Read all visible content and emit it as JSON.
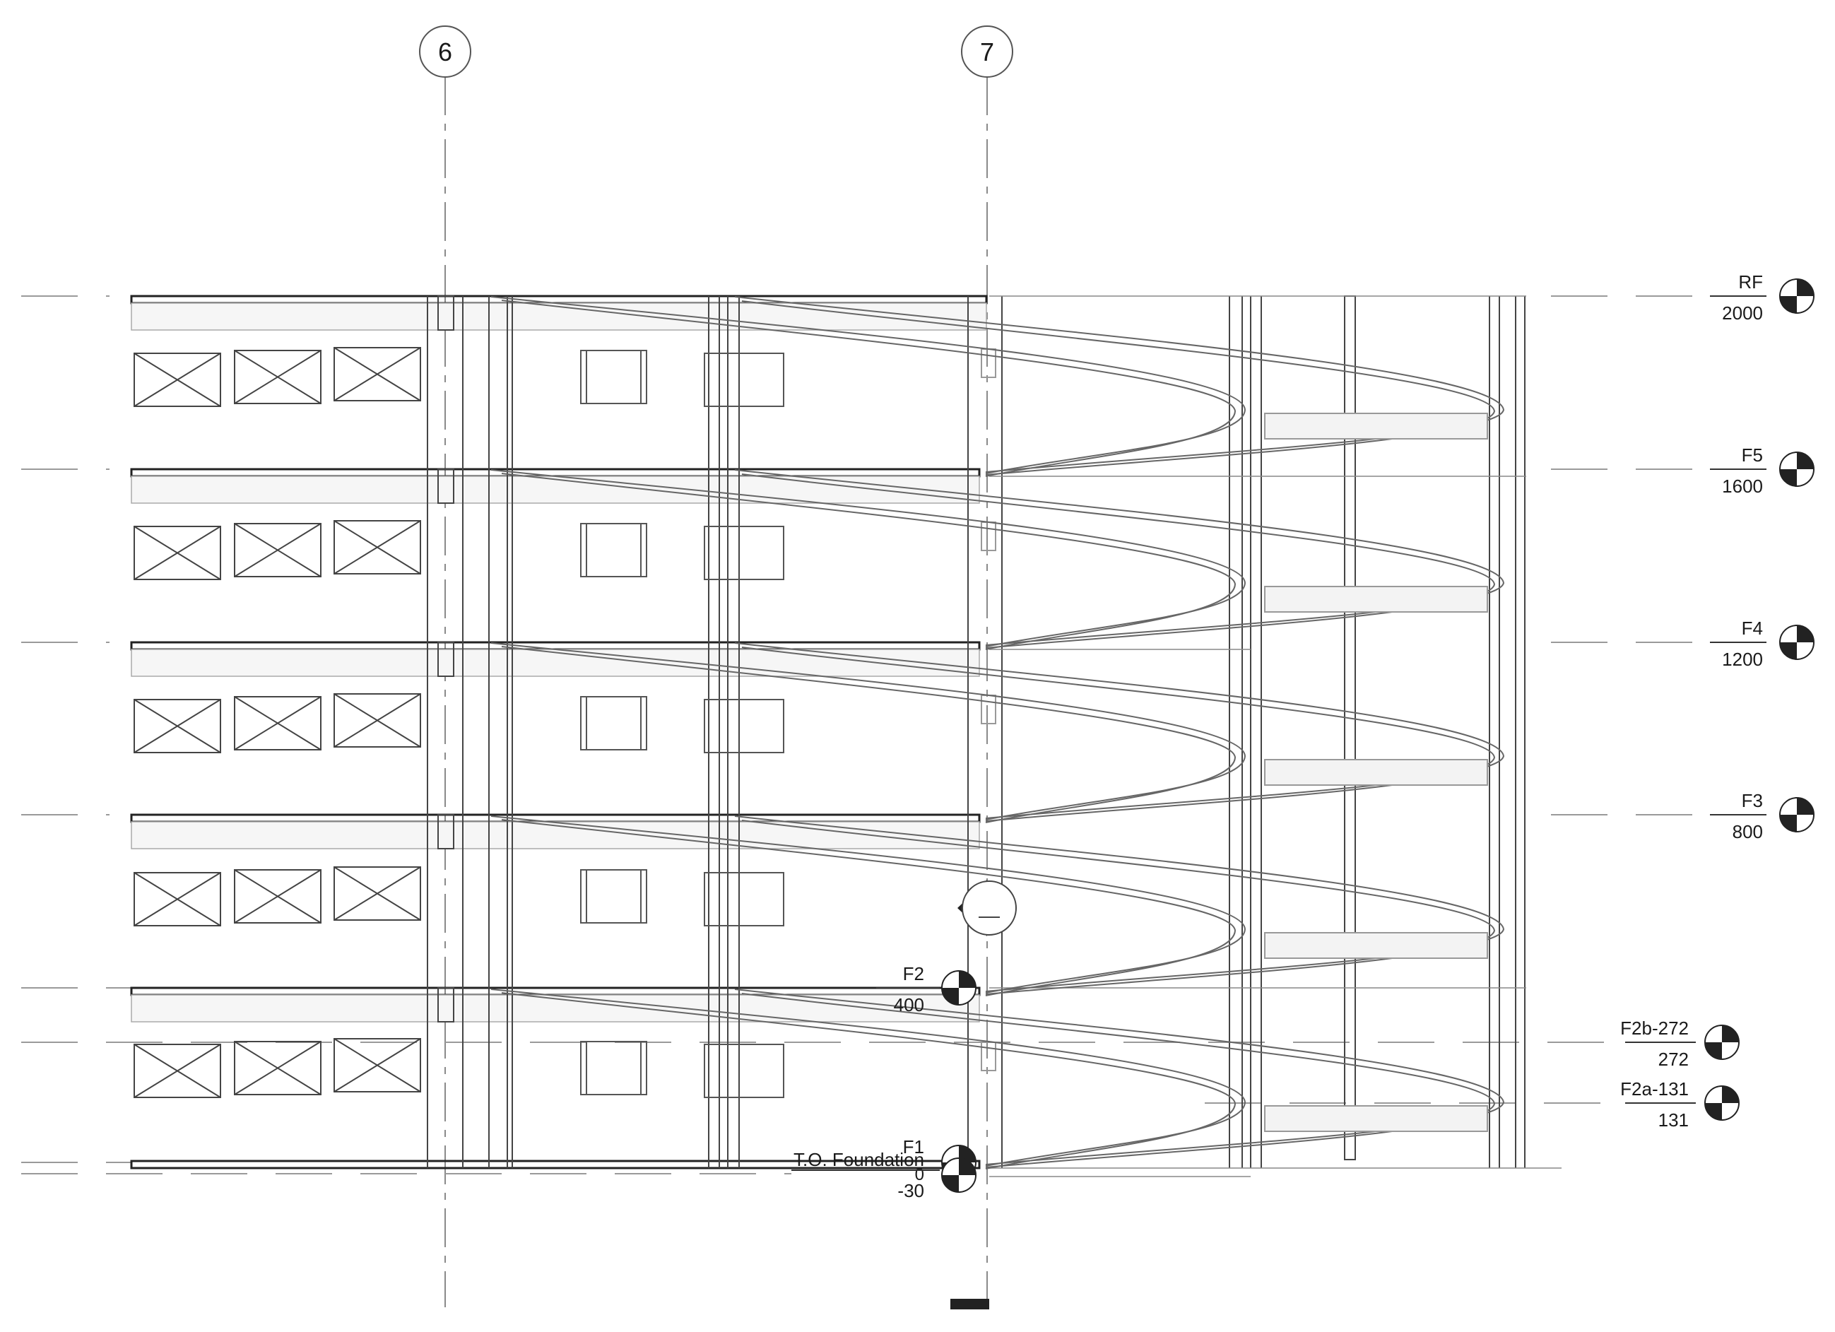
{
  "grids": [
    {
      "id": "grid-6",
      "label": "6"
    },
    {
      "id": "grid-7",
      "label": "7"
    }
  ],
  "levels": [
    {
      "id": "level-rf",
      "name": "RF",
      "elevation": "2000"
    },
    {
      "id": "level-f5",
      "name": "F5",
      "elevation": "1600"
    },
    {
      "id": "level-f4",
      "name": "F4",
      "elevation": "1200"
    },
    {
      "id": "level-f3",
      "name": "F3",
      "elevation": "800"
    },
    {
      "id": "level-f2",
      "name": "F2",
      "elevation": "400"
    },
    {
      "id": "level-f2b",
      "name": "F2b-272",
      "elevation": "272"
    },
    {
      "id": "level-f2a",
      "name": "F2a-131",
      "elevation": "131"
    },
    {
      "id": "level-f1",
      "name": "F1",
      "elevation": "0"
    },
    {
      "id": "level-tof",
      "name": "T.O. Foundation",
      "elevation": "-30"
    }
  ]
}
